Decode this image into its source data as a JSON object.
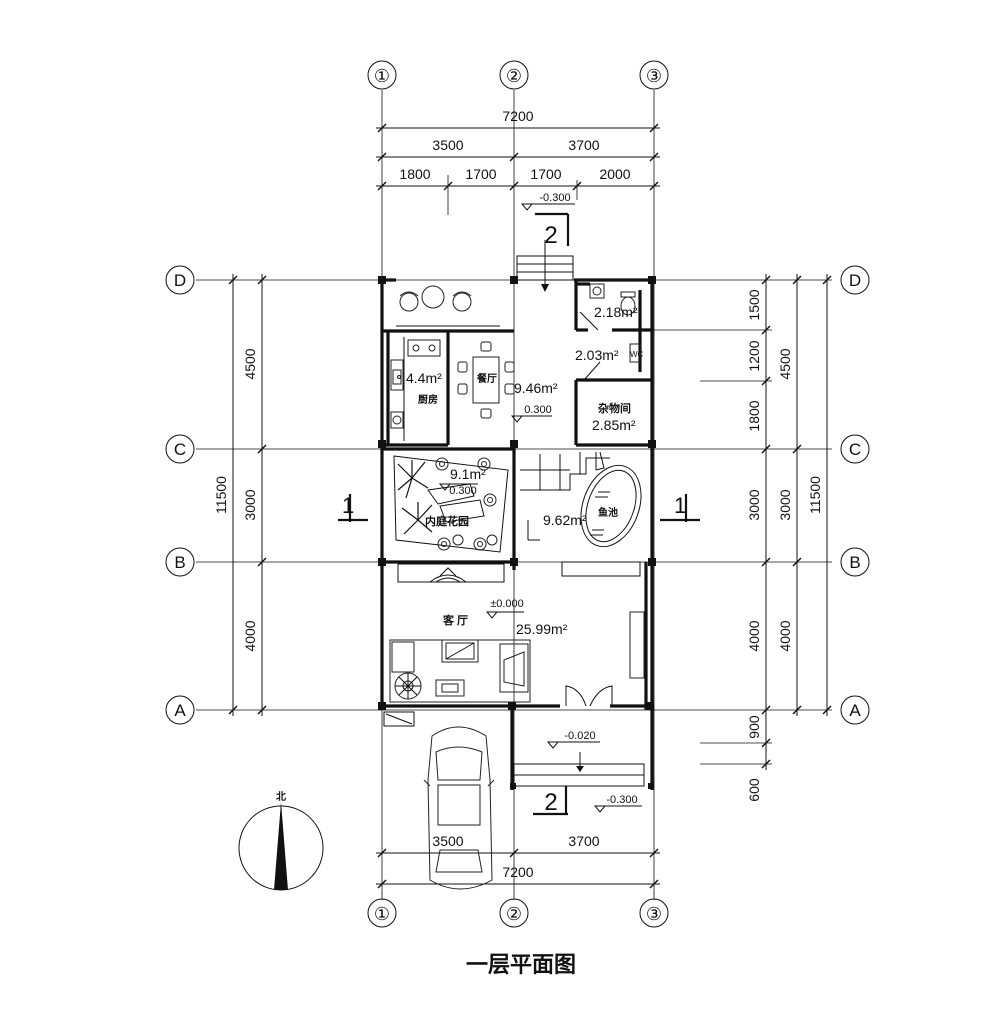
{
  "drawing": {
    "title": "一层平面图",
    "north_label": "北",
    "axes_vertical": [
      "①",
      "②",
      "③"
    ],
    "axes_horizontal": [
      "A",
      "B",
      "C",
      "D"
    ],
    "dims_top": {
      "total": "7200",
      "half_left": "3500",
      "half_right": "3700",
      "seg": [
        "1800",
        "1700",
        "1700",
        "2000"
      ]
    },
    "dims_bottom": {
      "half_left": "3500",
      "half_right": "3700",
      "total": "7200"
    },
    "dims_left": {
      "total": "11500",
      "seg": [
        "4500",
        "3000",
        "4000"
      ]
    },
    "dims_right": {
      "seg_inner": [
        "1500",
        "1200",
        "1800",
        "3000",
        "4000",
        "900",
        "600"
      ],
      "seg_mid": [
        "4500",
        "3000",
        "4000"
      ],
      "total": "11500"
    },
    "section_marks": {
      "s1": "1",
      "s2": "2"
    },
    "levels": {
      "top_entry": "-0.300",
      "mid_a": "0.300",
      "mid_b": "0.300",
      "living": "±0.000",
      "porch": "-0.020",
      "outside": "-0.300"
    },
    "rooms": {
      "kitchen": {
        "name": "厨房",
        "area": "4.4m²"
      },
      "dining": {
        "name": "餐厅",
        "area": "9.46m²"
      },
      "bath_area": "2.18m²",
      "wc_area": "2.03m²",
      "wc_mark": "WC",
      "storage": {
        "name": "杂物间",
        "area": "2.85m²"
      },
      "courtyard": {
        "name": "内庭花园",
        "area": "9.1m²"
      },
      "fishpond": {
        "name": "鱼池"
      },
      "stair_area": "9.62m²",
      "living": {
        "name": "客 厅",
        "area": "25.99m²"
      }
    }
  }
}
